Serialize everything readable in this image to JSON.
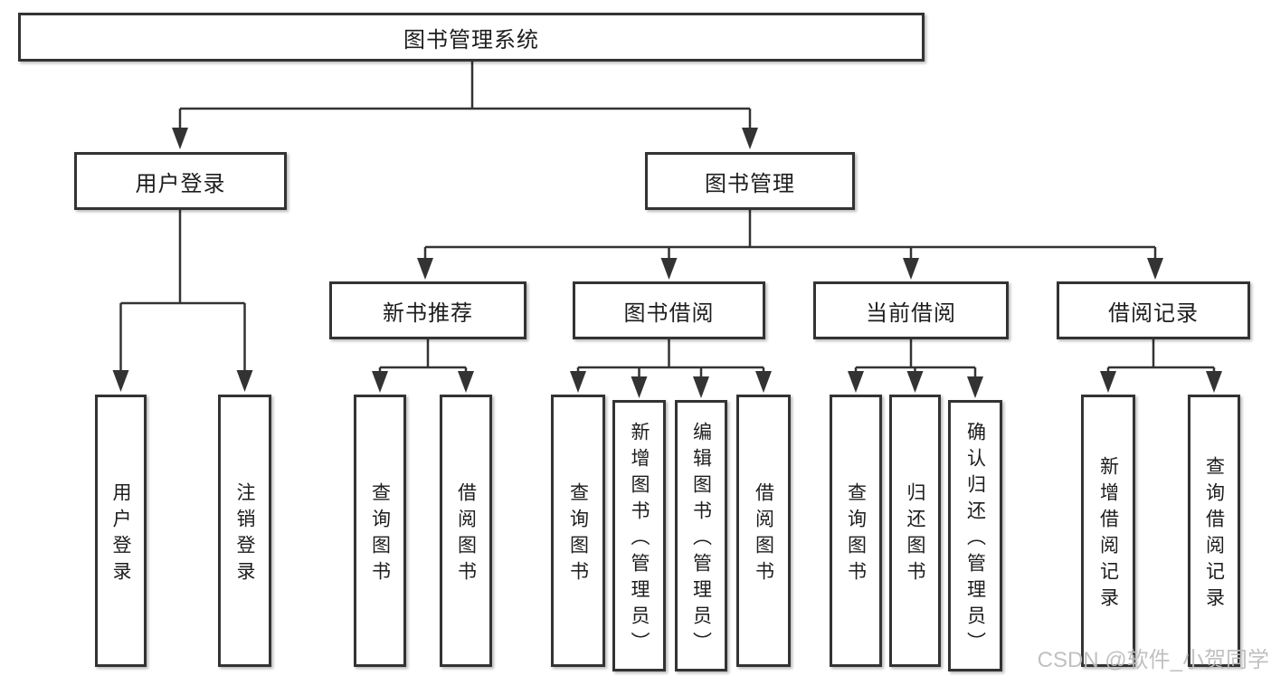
{
  "diagram": {
    "root": {
      "label": "图书管理系统"
    },
    "branches": [
      {
        "label": "用户登录",
        "children": [
          {
            "label": "用户登录"
          },
          {
            "label": "注销登录"
          }
        ]
      },
      {
        "label": "图书管理",
        "children": [
          {
            "label": "新书推荐",
            "children": [
              {
                "label": "查询图书"
              },
              {
                "label": "借阅图书"
              }
            ]
          },
          {
            "label": "图书借阅",
            "children": [
              {
                "label": "查询图书"
              },
              {
                "label": "新增图书（管理员）"
              },
              {
                "label": "编辑图书（管理员）"
              },
              {
                "label": "借阅图书"
              }
            ]
          },
          {
            "label": "当前借阅",
            "children": [
              {
                "label": "查询图书"
              },
              {
                "label": "归还图书"
              },
              {
                "label": "确认归还（管理员）"
              }
            ]
          },
          {
            "label": "借阅记录",
            "children": [
              {
                "label": "新增借阅记录"
              },
              {
                "label": "查询借阅记录"
              }
            ]
          }
        ]
      }
    ]
  },
  "watermark": {
    "text": "CSDN @软件_小贺同学",
    "color": "#bdbdbd"
  },
  "colors": {
    "line": "#333333",
    "box_border": "#333333",
    "text": "#1d1d1d",
    "background": "#ffffff"
  }
}
